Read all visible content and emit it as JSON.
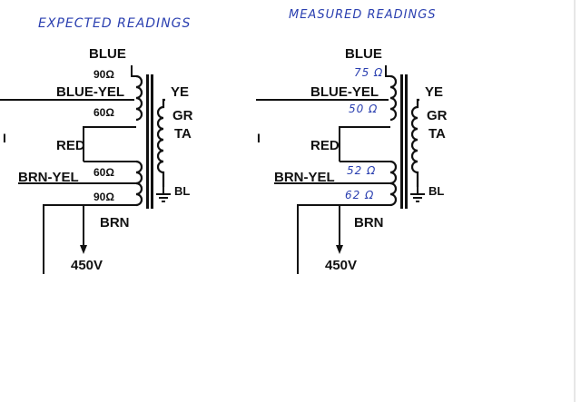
{
  "expected": {
    "heading": "EXPECTED READINGS",
    "labels": {
      "blue": "BLUE",
      "blue_yel": "BLUE-YEL",
      "red": "RED",
      "brn_yel": "BRN-YEL",
      "brn": "BRN",
      "voltage": "450V",
      "yel_partial": "YE",
      "gr_partial": "GR",
      "ta_partial": "TA",
      "bl_partial": "BL",
      "i_mark": "I"
    },
    "readings": {
      "blue_to_blue_yel": "90Ω",
      "blue_yel_to_red": "60Ω",
      "red_to_brn_yel": "60Ω",
      "brn_yel_to_brn": "90Ω"
    }
  },
  "measured": {
    "heading": "MEASURED READINGS",
    "labels": {
      "blue": "BLUE",
      "blue_yel": "BLUE-YEL",
      "red": "RED",
      "brn_yel": "BRN-YEL",
      "brn": "BRN",
      "voltage": "450V",
      "yel_partial": "YE",
      "gr_partial": "GR",
      "ta_partial": "TA",
      "bl_partial": "BL",
      "i_mark": "I"
    },
    "readings": {
      "blue_to_blue_yel": "75 Ω",
      "blue_yel_to_red": "50 Ω",
      "red_to_brn_yel": "52 Ω",
      "brn_yel_to_brn": "62 Ω"
    }
  },
  "colors": {
    "ink": "#111111",
    "handwriting": "#2a3fb0"
  }
}
